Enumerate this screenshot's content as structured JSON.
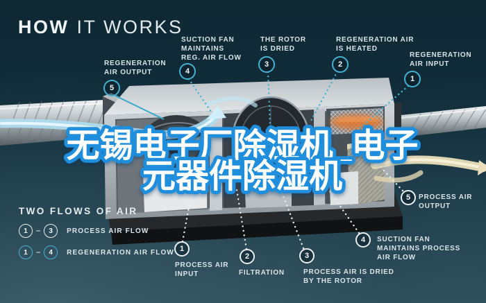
{
  "title": {
    "word_bold": "HOW",
    "word_light": "IT WORKS"
  },
  "watermark": {
    "line1": "无锡电子厂除湿机_电子",
    "line2": "元器件除湿机"
  },
  "colors": {
    "background": "#13303d",
    "accent_teal": "#45b2d3",
    "accent_white": "#e9eff1",
    "watermark_fill": "#ffffff",
    "watermark_stroke": "#1f8edd",
    "heater_orange": "#ef8433",
    "ribbon_cream": "#eadfba",
    "airflow_blue": "#aedff2"
  },
  "regeneration_callouts": [
    {
      "num": "5",
      "label": "REGENERATION\nAIR OUTPUT"
    },
    {
      "num": "4",
      "label": "SUCTION FAN\nMAINTAINS\nREG. AIR FLOW"
    },
    {
      "num": "3",
      "label": "THE ROTOR\nIS DRIED"
    },
    {
      "num": "2",
      "label": "REGENERATION AIR\nIS HEATED"
    },
    {
      "num": "1",
      "label": "REGENERATION\nAIR INPUT"
    }
  ],
  "process_callouts": [
    {
      "num": "1",
      "label": "PROCESS AIR\nINPUT"
    },
    {
      "num": "2",
      "label": "FILTRATION"
    },
    {
      "num": "3",
      "label": "PROCESS AIR IS DRIED\nBY THE ROTOR"
    },
    {
      "num": "4",
      "label": "SUCTION FAN\nMAINTAINS PROCESS\nAIR FLOW"
    },
    {
      "num": "5",
      "label": "PROCESS AIR\nOUTPUT"
    }
  ],
  "legend": {
    "heading": "TWO FLOWS OF AIR",
    "separator": "–",
    "rows": [
      {
        "from": "1",
        "to": "3",
        "label": "PROCESS AIR FLOW",
        "type": "process"
      },
      {
        "from": "1",
        "to": "4",
        "label": "REGENERATION AIR FLOW",
        "type": "regeneration"
      }
    ]
  }
}
